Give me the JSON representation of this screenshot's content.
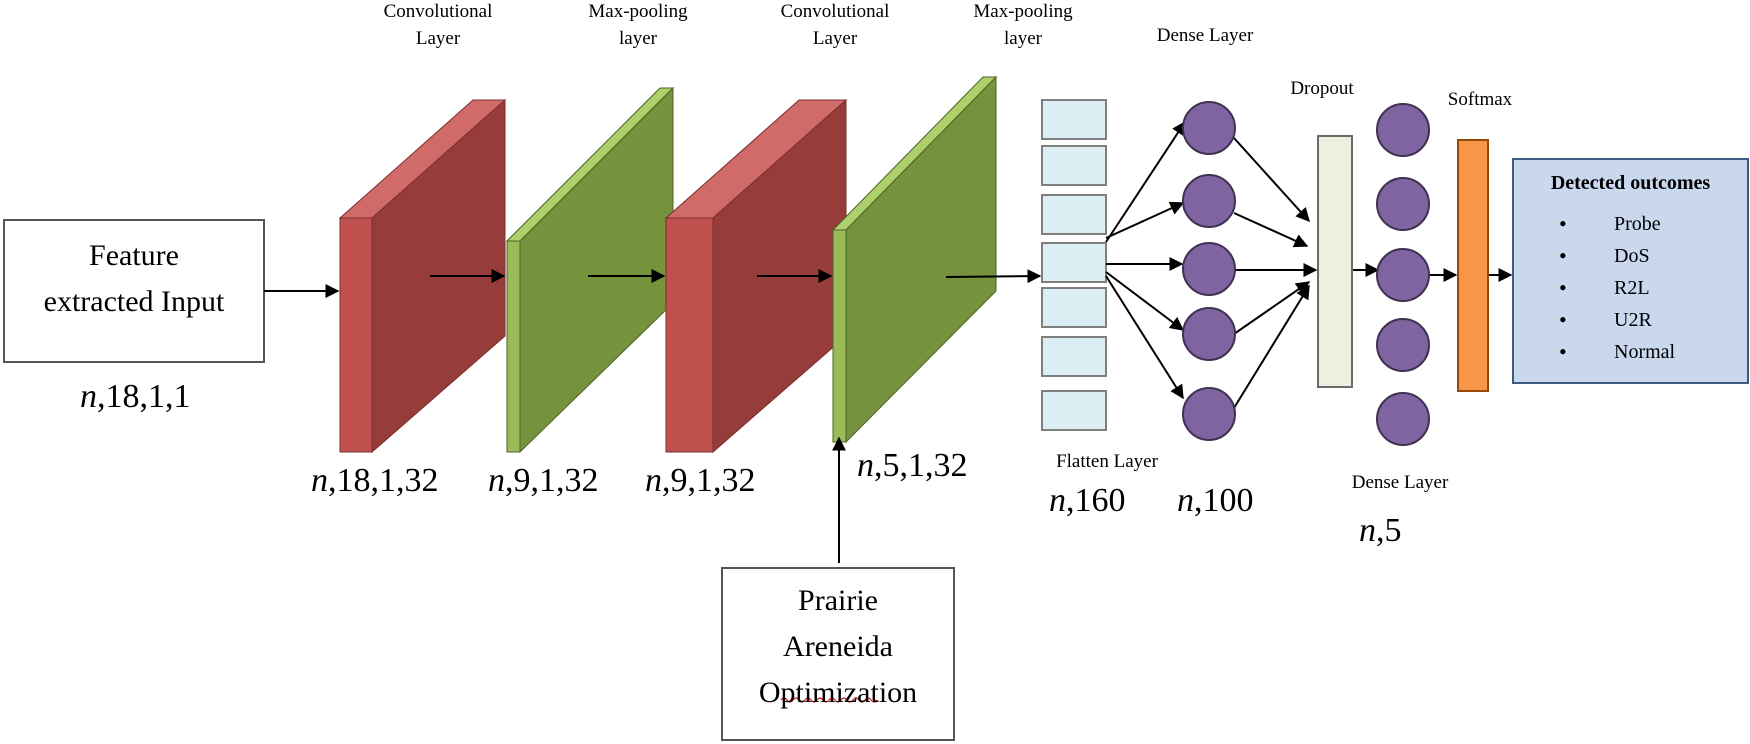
{
  "layers": {
    "conv1": "Convolutional\nLayer",
    "pool1": "Max-pooling\nlayer",
    "conv2": "Convolutional\nLayer",
    "pool2": "Max-pooling\nlayer",
    "dense1": "Dense Layer",
    "dropout": "Dropout",
    "softmax": "Softmax",
    "flatten": "Flatten Layer",
    "dense2": "Dense Layer"
  },
  "input_box": {
    "line1": "Feature",
    "line2": "extracted Input"
  },
  "optimizer_box": {
    "line1": "Prairie",
    "line2": "Areneida",
    "line3": "Optimization"
  },
  "dimensions": {
    "input": {
      "n": "n",
      "rest": ",18,1,1"
    },
    "conv1": {
      "n": "n",
      "rest": ",18,1,32"
    },
    "pool1": {
      "n": "n",
      "rest": ",9,1,32"
    },
    "conv2": {
      "n": "n",
      "rest": ",9,1,32"
    },
    "pool2": {
      "n": "n",
      "rest": ",5,1,32"
    },
    "flatten": {
      "n": "n",
      "rest": ",160"
    },
    "dense1": {
      "n": "n",
      "rest": ",100"
    },
    "dense2": {
      "n": "n",
      "rest": ",5"
    }
  },
  "outcomes": {
    "title": "Detected outcomes",
    "items": [
      "Probe",
      "DoS",
      "R2L",
      "U2R",
      "Normal"
    ]
  },
  "colors": {
    "conv_front": "#c0504d",
    "conv_side": "#963c3b",
    "conv_top": "#d06b6a",
    "pool_front": "#9bbb59",
    "pool_side": "#76923c",
    "pool_top": "#aed06a",
    "flatten_cell": "#dbeef4",
    "neuron": "#8064a2",
    "dropout": "#ebf1de",
    "softmax": "#f79646",
    "outcomes_bg": "#c9d8ec"
  }
}
